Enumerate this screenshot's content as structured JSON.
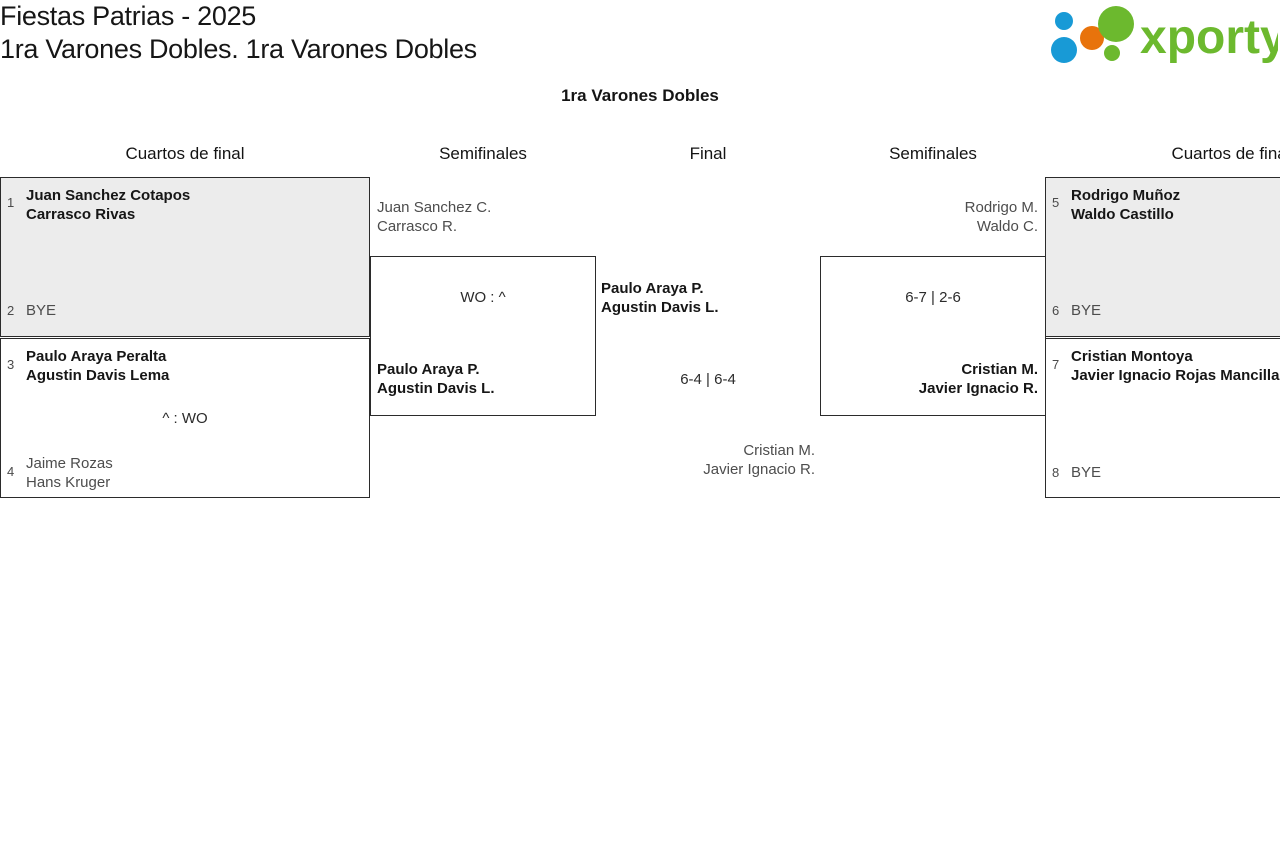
{
  "header": {
    "title_line1": "Fiestas Patrias - 2025",
    "title_line2": "1ra Varones Dobles. 1ra Varones Dobles",
    "logo_text": "xporty",
    "logo_colors": {
      "green": "#6cb92e",
      "blue": "#189ad6",
      "orange": "#e8730c"
    }
  },
  "bracket": {
    "title": "1ra Varones Dobles",
    "rounds": [
      {
        "label": "Cuartos de final"
      },
      {
        "label": "Semifinales"
      },
      {
        "label": "Final"
      },
      {
        "label": "Semifinales"
      },
      {
        "label": "Cuartos de final"
      }
    ],
    "left": {
      "quarterfinals": [
        {
          "seed_top": "1",
          "top_name1": "Juan Sanchez Cotapos",
          "top_name2": "Carrasco Rivas",
          "seed_bottom": "2",
          "bottom_name1": "BYE",
          "score": ""
        },
        {
          "seed_top": "3",
          "top_name1": "Paulo Araya Peralta",
          "top_name2": "Agustin Davis Lema",
          "seed_bottom": "4",
          "bottom_name1": "Jaime Rozas",
          "bottom_name2": "Hans Kruger",
          "score": "^ : WO"
        }
      ],
      "semifinal": {
        "top_name1": "Juan Sanchez C.",
        "top_name2": "Carrasco R.",
        "bottom_name1": "Paulo Araya P.",
        "bottom_name2": "Agustin Davis L.",
        "score": "WO : ^"
      }
    },
    "final": {
      "top_name1": "Paulo Araya P.",
      "top_name2": "Agustin Davis L.",
      "score": "6-4 | 6-4",
      "bottom_name1": "Cristian M.",
      "bottom_name2": "Javier Ignacio R."
    },
    "right": {
      "semifinal": {
        "top_name1": "Rodrigo M.",
        "top_name2": "Waldo C.",
        "bottom_name1": "Cristian M.",
        "bottom_name2": "Javier Ignacio R.",
        "score": "6-7 | 2-6"
      },
      "quarterfinals": [
        {
          "seed_top": "5",
          "top_name1": "Rodrigo Muñoz",
          "top_name2": "Waldo Castillo",
          "seed_bottom": "6",
          "bottom_name1": "BYE",
          "score": ""
        },
        {
          "seed_top": "7",
          "top_name1": "Cristian Montoya",
          "top_name2": "Javier Ignacio Rojas Mancilla",
          "seed_bottom": "8",
          "bottom_name1": "BYE",
          "score": ""
        }
      ]
    }
  }
}
